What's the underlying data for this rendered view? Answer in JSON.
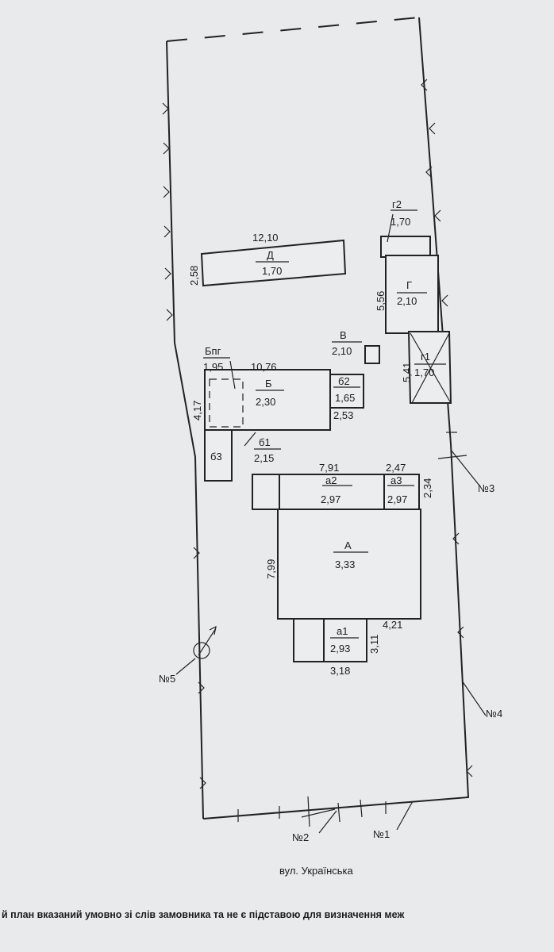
{
  "buildings": {
    "D": {
      "letter": "Д",
      "height": "1,70",
      "length": "12,10",
      "width": "2,58"
    },
    "G": {
      "letter": "Г",
      "height": "2,10",
      "length": "5,56"
    },
    "G2": {
      "letter": "г2",
      "height": "1,70"
    },
    "G1": {
      "letter": "г1",
      "height": "1,70",
      "length": "5,41"
    },
    "V": {
      "letter": "В",
      "height": "2,10"
    },
    "Bpg": {
      "letter": "Бпг",
      "height": "1,95"
    },
    "B": {
      "letter": "Б",
      "height": "2,30",
      "length": "10,76",
      "width": "4,17"
    },
    "B2": {
      "letter": "б2",
      "height": "1,65",
      "width": "2,53"
    },
    "B1": {
      "letter": "б1",
      "height": "2,15"
    },
    "B3": {
      "letter": "б3"
    },
    "A2": {
      "letter": "а2",
      "height": "2,97",
      "length": "7,91"
    },
    "A3": {
      "letter": "а3",
      "height": "2,97",
      "length": "2,47",
      "width": "2,34"
    },
    "A": {
      "letter": "А",
      "height": "3,33",
      "length": "7,99"
    },
    "A1": {
      "letter": "а1",
      "height": "2,93",
      "length": "3,18",
      "width": "3,11",
      "side": "4,21"
    }
  },
  "points": {
    "p1": "№1",
    "p2": "№2",
    "p3": "№3",
    "p4": "№4",
    "p5": "№5"
  },
  "street": "вул. Українська",
  "footer": "й план вказаний умовно зі слів замовника та не є підставою для визначення меж"
}
